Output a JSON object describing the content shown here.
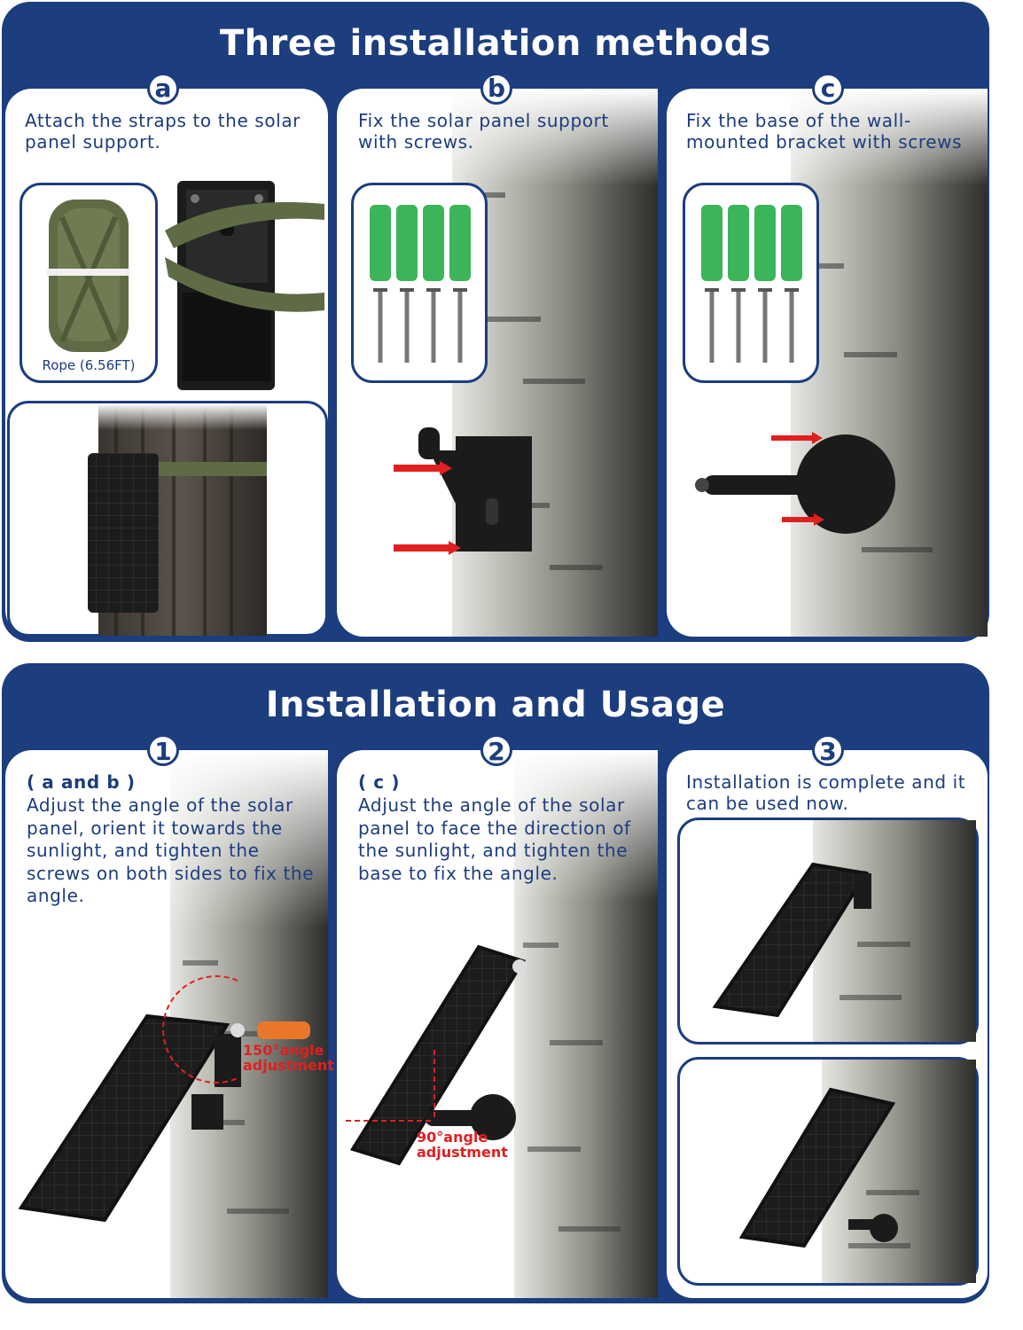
{
  "colors": {
    "navy": "#1c3d7e",
    "white": "#ffffff",
    "red": "#e02020",
    "green": "#3cb55a",
    "strap": "#5e6b45"
  },
  "section1": {
    "title": "Three installation methods",
    "cards": [
      {
        "badge": "a",
        "caption": "Attach the straps to the solar panel support.",
        "inset_label": "Rope (6.56FT)"
      },
      {
        "badge": "b",
        "caption": "Fix the solar panel support with screws."
      },
      {
        "badge": "c",
        "caption": "Fix the base of the wall-mounted bracket with screws"
      }
    ]
  },
  "section2": {
    "title": "Installation and Usage",
    "cards": [
      {
        "badge": "1",
        "caption_head": "( a and b )",
        "caption": "Adjust the angle of the solar panel, orient it towards the sunlight, and tighten the screws on both sides to fix the angle.",
        "angle_label": "150°angle adjustment"
      },
      {
        "badge": "2",
        "caption_head": "( c )",
        "caption": "Adjust the angle of the solar panel to face the direction of the sunlight, and tighten the base to fix the angle.",
        "angle_label": "90°angle adjustment"
      },
      {
        "badge": "3",
        "caption": "Installation is complete and it can be used now."
      }
    ]
  },
  "icons": [
    "rope-icon",
    "mount-bracket-icon",
    "strap-icon",
    "solar-panel-icon",
    "anchor-screw-icon",
    "red-arrow-icon",
    "tree-trunk-icon",
    "screwdriver-icon",
    "angle-arc-icon"
  ]
}
